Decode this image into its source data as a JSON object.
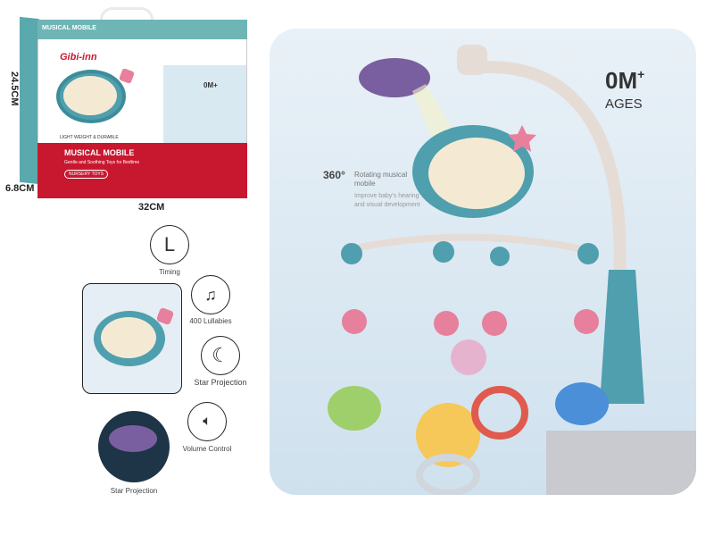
{
  "box": {
    "brand": "Gibi-inn",
    "age": "0M+",
    "title": "MUSICAL MOBILE",
    "subtitle": "Gentle and Soothing Toys for Bedtime",
    "badge": "NURSERY TOYS",
    "tagline": "LIGHT WEIGHT & DURABLE",
    "height_label": "24.5CM",
    "depth_label": "6.8CM",
    "width_label": "32CM"
  },
  "features": [
    {
      "label": "Timing",
      "icon": "clock-l-icon"
    },
    {
      "label": "400 Lullabies",
      "icon": "music-notes-icon"
    },
    {
      "label": "Star Projection",
      "icon": "moon-star-icon"
    },
    {
      "label": "Volume Control",
      "icon": "speaker-icon"
    }
  ],
  "projection_caption": "Star Projection",
  "hero": {
    "age_big": "0M",
    "age_plus": "+",
    "age_label": "AGES",
    "rotation_deg": "360°",
    "rotation_text": "Rotating musical mobile",
    "benefit_text": "Improve baby's hearing and visual development"
  },
  "colors": {
    "teal": "#4f9fae",
    "red": "#c8182f",
    "pink": "#e7809c",
    "bg": "#dce9f2"
  }
}
